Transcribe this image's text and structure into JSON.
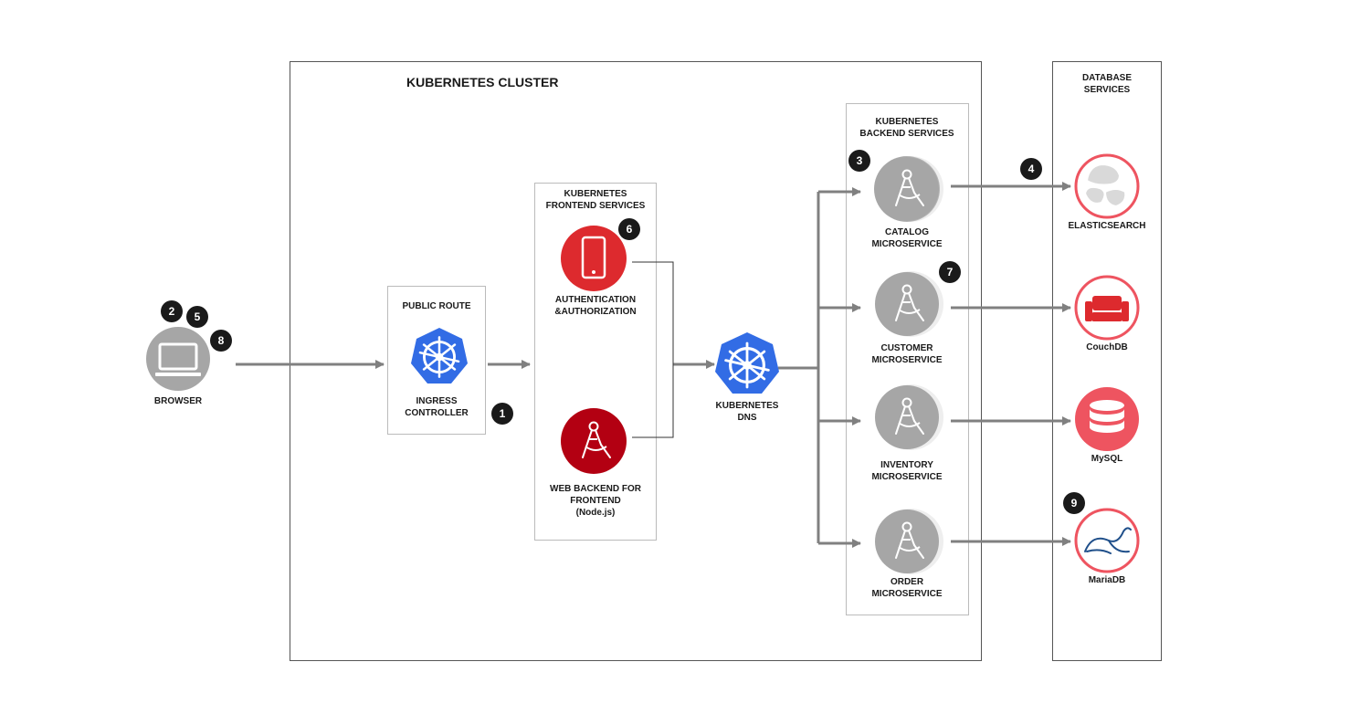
{
  "cluster": {
    "title": "KUBERNETES CLUSTER"
  },
  "database_services": {
    "title_line1": "DATABASE",
    "title_line2": "SERVICES"
  },
  "browser": {
    "label": "BROWSER",
    "badges": [
      "2",
      "5",
      "8"
    ]
  },
  "public_route": {
    "title": "PUBLIC ROUTE",
    "ingress_line1": "INGRESS",
    "ingress_line2": "CONTROLLER",
    "badge": "1"
  },
  "frontend": {
    "title_line1": "KUBERNETES",
    "title_line2": "FRONTEND SERVICES",
    "auth_line1": "AUTHENTICATION",
    "auth_line2": "&AUTHORIZATION",
    "auth_badge": "6",
    "web_line1": "WEB BACKEND FOR",
    "web_line2": "FRONTEND",
    "web_line3": "(Node.js)"
  },
  "dns": {
    "line1": "KUBERNETES",
    "line2": "DNS"
  },
  "backend": {
    "title_line1": "KUBERNETES",
    "title_line2": "BACKEND SERVICES",
    "services": [
      {
        "line1": "CATALOG",
        "line2": "MICROSERVICE",
        "badge": "3"
      },
      {
        "line1": "CUSTOMER",
        "line2": "MICROSERVICE",
        "badge": "7"
      },
      {
        "line1": "INVENTORY",
        "line2": "MICROSERVICE",
        "badge": ""
      },
      {
        "line1": "ORDER",
        "line2": "MICROSERVICE",
        "badge": ""
      }
    ]
  },
  "databases": [
    {
      "label": "ELASTICSEARCH",
      "badge": "4",
      "icon": "elasticsearch-icon"
    },
    {
      "label": "CouchDB",
      "badge": "",
      "icon": "couchdb-icon"
    },
    {
      "label": "MySQL",
      "badge": "",
      "icon": "mysql-icon"
    },
    {
      "label": "MariaDB",
      "badge": "9",
      "icon": "mariadb-icon"
    }
  ],
  "colors": {
    "kube_blue": "#326ce5",
    "auth_red": "#dd2a2e",
    "web_red": "#b30012",
    "gray_circle": "#a6a6a6",
    "db_ring": "#ee5460",
    "badge": "#1a1a1a",
    "arrow": "#808080"
  }
}
